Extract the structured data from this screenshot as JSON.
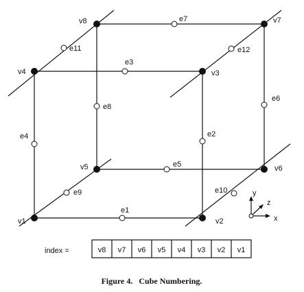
{
  "vertices": [
    "v1",
    "v2",
    "v3",
    "v4",
    "v5",
    "v6",
    "v7",
    "v8"
  ],
  "edges": [
    "e1",
    "e2",
    "e3",
    "e4",
    "e5",
    "e6",
    "e7",
    "e8",
    "e9",
    "e10",
    "e11",
    "e12"
  ],
  "axes": {
    "x": "x",
    "y": "y",
    "z": "z"
  },
  "index": {
    "label": "index =",
    "cells": [
      "v8",
      "v7",
      "v6",
      "v5",
      "v4",
      "v3",
      "v2",
      "v1"
    ]
  },
  "caption": "Figure 4.   Cube Numbering."
}
